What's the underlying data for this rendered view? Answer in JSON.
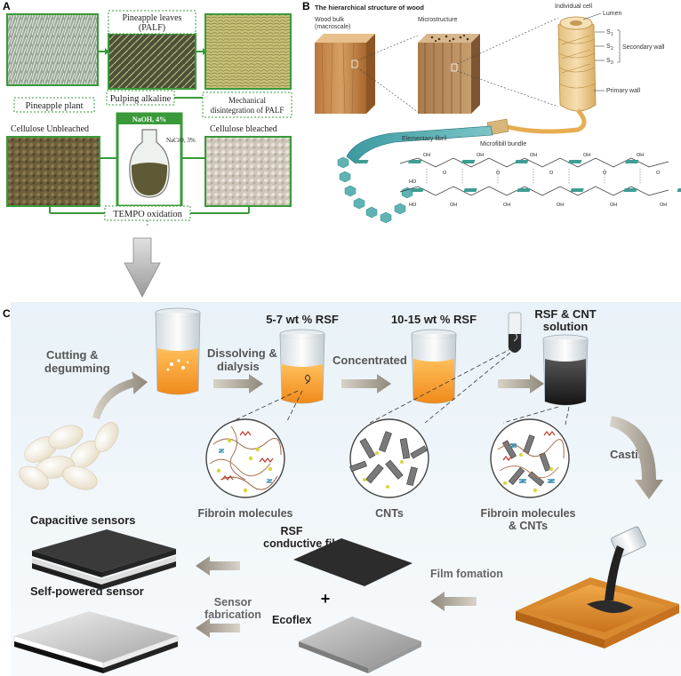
{
  "panel_a": {
    "letter": "A",
    "pineapple_plant": "Pineapple plant",
    "pineapple_leaves_1": "Pineapple leaves",
    "pineapple_leaves_2": "(PALF)",
    "mechanical_1": "Mechanical",
    "mechanical_2": "disintegration of PALF",
    "pulping": "Pulping alkaline",
    "naoh": "NaOH, 4%",
    "naclo": "NaCiO, 3%",
    "unbleached": "Cellulose Unbleached",
    "bleached": "Cellulose bleached",
    "tempo": "TEMPO oxidation",
    "accent_green": "#3a9a3a"
  },
  "panel_b": {
    "letter": "B",
    "title": "The hierarchical structure of wood",
    "wood_bulk_1": "Wood bulk",
    "wood_bulk_2": "(macroscale)",
    "microstructure": "Microstructure",
    "individual_cell": "Individual cell",
    "lumen": "Lumen",
    "s1": "S",
    "s1_sub": "1",
    "s2": "S",
    "s2_sub": "2",
    "s3": "S",
    "s3_sub": "3",
    "secondary_wall": "Secondary wall",
    "primary_wall": "Primary wall",
    "elementary_fibril": "Elementary fibril",
    "microfibril_bundle": "Microfibill bundle",
    "oh": "OH",
    "ho": "HO",
    "o": "O"
  },
  "panel_c": {
    "letter": "C",
    "cutting_1": "Cutting &",
    "cutting_2": "degumming",
    "dissolving_1": "Dissolving &",
    "dissolving_2": "dialysis",
    "conc_low": "5-7 wt % RSF",
    "concentrated": "Concentrated",
    "conc_high": "10-15 wt % RSF",
    "rsf_cnt_1": "RSF & CNT",
    "rsf_cnt_2": "solution",
    "fibroin": "Fibroin molecules",
    "cnts": "CNTs",
    "fibroin_cnts_1": "Fibroin molecules",
    "fibroin_cnts_2": "& CNTs",
    "casting": "Casting",
    "capacitive": "Capacitive sensors",
    "self_powered": "Self-powered sensor",
    "rsf_film_1": "RSF",
    "rsf_film_2": "conductive film",
    "plus": "+",
    "ecoflex": "Ecoflex",
    "sensor_fab_1": "Sensor",
    "sensor_fab_2": "fabrication",
    "film_formation": "Film fomation",
    "solution_orange": "#f5a742",
    "solution_black": "#2b2b2b"
  }
}
